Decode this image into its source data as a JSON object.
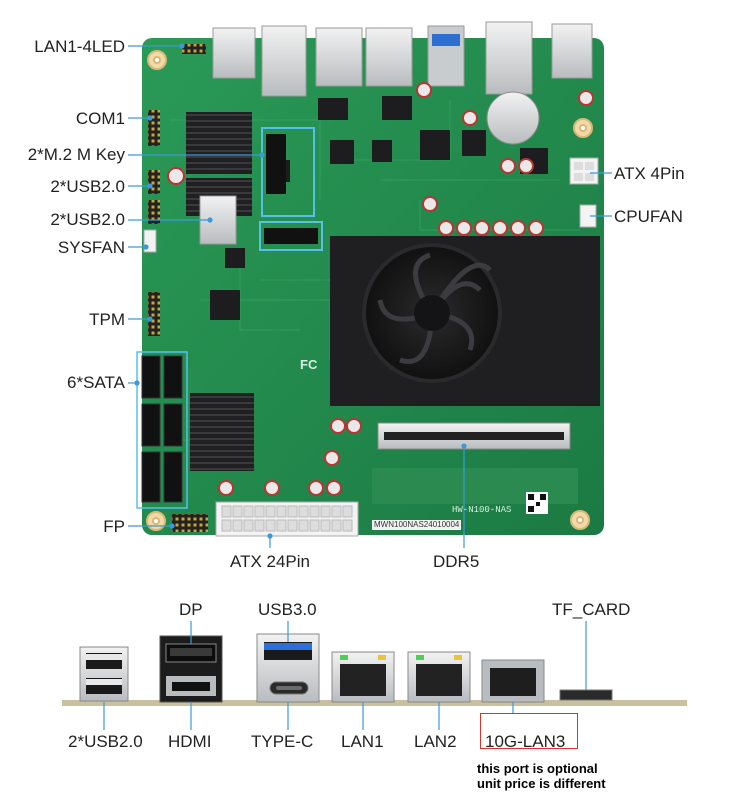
{
  "board_labels": {
    "lan_led": "LAN1-4LED",
    "com1": "COM1",
    "m2": "2*M.2 M Key",
    "usb2_a": "2*USB2.0",
    "usb2_b": "2*USB2.0",
    "sysfan": "SYSFAN",
    "tpm": "TPM",
    "sata": "6*SATA",
    "fp": "FP",
    "atx24": "ATX 24Pin",
    "ddr5": "DDR5",
    "atx4": "ATX 4Pin",
    "cpufan": "CPUFAN"
  },
  "board_print": {
    "model": "HW-N100-NAS",
    "serial": "MWN100NAS24010004",
    "fcc": "FC"
  },
  "io_labels": {
    "dp": "DP",
    "usb3": "USB3.0",
    "tf_card": "TF_CARD",
    "usb2": "2*USB2.0",
    "hdmi": "HDMI",
    "typec": "TYPE-C",
    "lan1": "LAN1",
    "lan2": "LAN2",
    "lan3": "10G-LAN3"
  },
  "note": {
    "line1": "this port is optional",
    "line2": "unit price is different"
  },
  "colors": {
    "pcb": "#1f8a4c",
    "heatsink": "#1c1c1e",
    "callout": "#3a9ad9",
    "highlight": "#e0302a"
  }
}
